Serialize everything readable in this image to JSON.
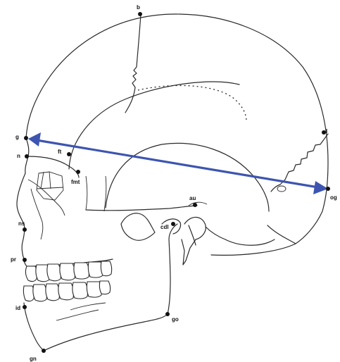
{
  "landmarks": [
    {
      "id": "b",
      "label": "b"
    },
    {
      "id": "g",
      "label": "g"
    },
    {
      "id": "n",
      "label": "n"
    },
    {
      "id": "ft",
      "label": "ft"
    },
    {
      "id": "fmt",
      "label": "fmt"
    },
    {
      "id": "ns",
      "label": "ns"
    },
    {
      "id": "pr",
      "label": "pr"
    },
    {
      "id": "id",
      "label": "id"
    },
    {
      "id": "gn",
      "label": "gn"
    },
    {
      "id": "go",
      "label": "go"
    },
    {
      "id": "cdl",
      "label": "cdl"
    },
    {
      "id": "au",
      "label": "au"
    },
    {
      "id": "l",
      "label": "l"
    },
    {
      "id": "og",
      "label": "og"
    }
  ],
  "measurement": {
    "from": "g",
    "to": "og",
    "color": "#3d55b0"
  },
  "colors": {
    "line": "#2a2a2a",
    "arrow": "#3d55b0",
    "background": "#ffffff"
  }
}
